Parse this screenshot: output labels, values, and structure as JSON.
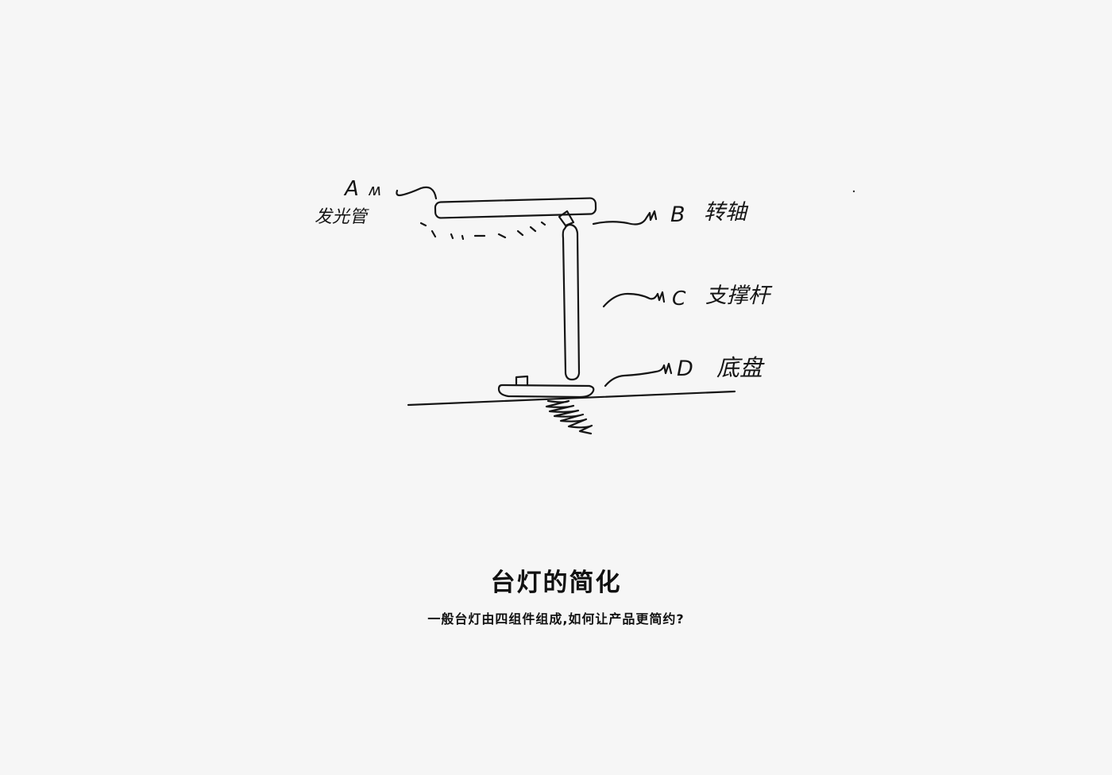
{
  "diagram": {
    "labels": {
      "a_letter": "A",
      "a_name": "发光管",
      "b_letter": "B",
      "b_name": "转轴",
      "c_letter": "C",
      "c_name": "支撑杆",
      "d_letter": "D",
      "d_name": "底盘"
    }
  },
  "caption": {
    "title": "台灯的简化",
    "subtitle": "一般台灯由四组件组成,如何让产品更简约?"
  }
}
